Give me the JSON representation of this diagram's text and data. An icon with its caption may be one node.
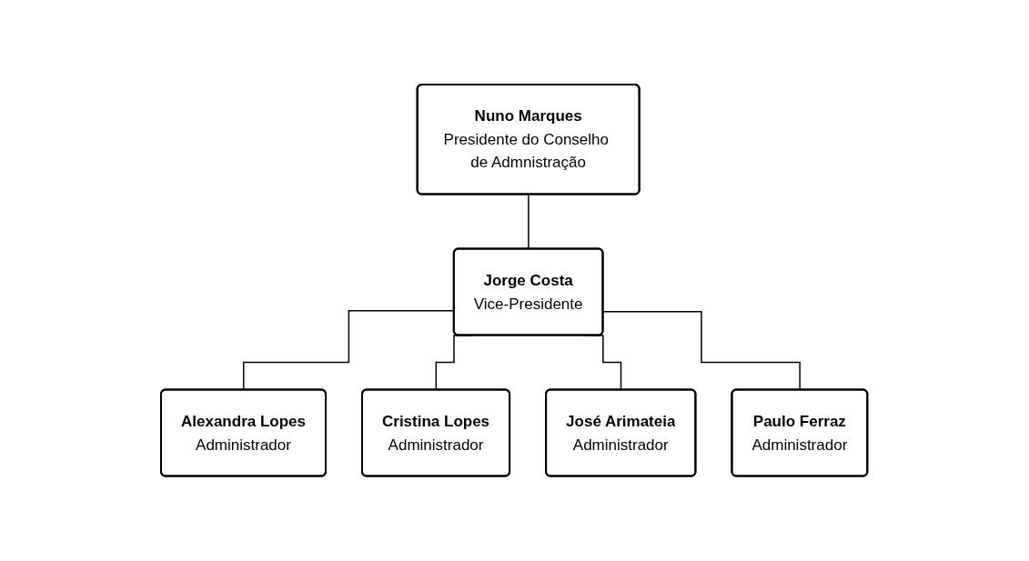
{
  "diagram": {
    "nodes": [
      {
        "text": [
          "Nuno Marques",
          "Presidente do Conselho de Admnistração"
        ]
      },
      {
        "text": [
          "Jorge Costa",
          "Vice-Presidente"
        ]
      },
      {
        "text": [
          "Alexandra Lopes",
          "Administrador"
        ]
      },
      {
        "text": [
          "Cristina Lopes",
          "Administrador"
        ]
      },
      {
        "text": [
          "José Arimateia",
          "Administrador"
        ]
      },
      {
        "text": [
          "Paulo Ferraz",
          "Administrador"
        ]
      }
    ],
    "edges": [
      {
        "from": 0,
        "to": 1,
        "arrow": "none"
      },
      {
        "from": 1,
        "to": 2,
        "arrow": "none"
      },
      {
        "from": 1,
        "to": 3,
        "arrow": "none"
      },
      {
        "from": 1,
        "to": 4,
        "arrow": "none"
      },
      {
        "from": 1,
        "to": 5,
        "arrow": "none"
      }
    ]
  }
}
